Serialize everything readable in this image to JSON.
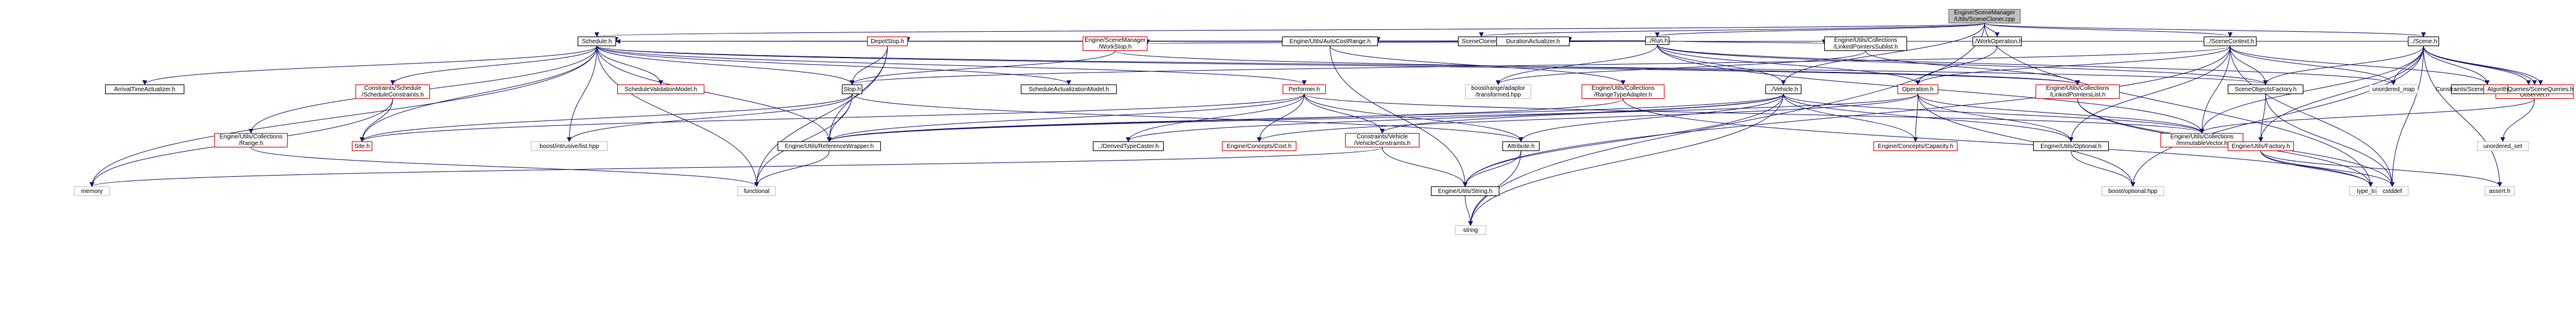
{
  "nodes": [
    {
      "id": "root",
      "label": "Engine/SceneManager\n/Utils/SceneCloner.cpp",
      "kind": "root"
    },
    {
      "id": "scenecloner",
      "label": "SceneCloner.h",
      "kind": "normal"
    },
    {
      "id": "run",
      "label": "../Run.h",
      "kind": "normal"
    },
    {
      "id": "workop",
      "label": "../WorkOperation.h",
      "kind": "normal"
    },
    {
      "id": "scenecontext",
      "label": "../SceneContext.h",
      "kind": "normal"
    },
    {
      "id": "scene",
      "label": "../Scene.h",
      "kind": "normal"
    },
    {
      "id": "schedule",
      "label": "Schedule.h",
      "kind": "normal"
    },
    {
      "id": "depotstop",
      "label": "DepotStop.h",
      "kind": "red"
    },
    {
      "id": "workstop",
      "label": "Engine/SceneManager\n/WorkStop.h",
      "kind": "red"
    },
    {
      "id": "autocostrange",
      "label": "Engine/Utils/AutoCostRange.h",
      "kind": "normal"
    },
    {
      "id": "durationact",
      "label": "DurationActualizer.h",
      "kind": "normal"
    },
    {
      "id": "linkedsublist",
      "label": "Engine/Utils/Collections\n/LinkedPointersSublist.h",
      "kind": "normal"
    },
    {
      "id": "arrivaltime",
      "label": "ArrivalTimeActualizer.h",
      "kind": "normal"
    },
    {
      "id": "constrschedule",
      "label": "Constraints/Schedule\n/ScheduleConstraints.h",
      "kind": "red"
    },
    {
      "id": "schedvalid",
      "label": "ScheduleValidationModel.h",
      "kind": "red"
    },
    {
      "id": "stop",
      "label": "Stop.h",
      "kind": "normal"
    },
    {
      "id": "schedact",
      "label": "ScheduleActualizationModel.h",
      "kind": "normal"
    },
    {
      "id": "performer",
      "label": "Performer.h",
      "kind": "red"
    },
    {
      "id": "boostrange",
      "label": "boost/range/adaptor\n/transformed.hpp",
      "kind": "ext"
    },
    {
      "id": "rangetype",
      "label": "Engine/Utils/Collections\n/RangeTypeAdapter.h",
      "kind": "red"
    },
    {
      "id": "vehicle",
      "label": "../Vehicle.h",
      "kind": "normal"
    },
    {
      "id": "operation",
      "label": "Operation.h",
      "kind": "red"
    },
    {
      "id": "linkedlist",
      "label": "Engine/Utils/Collections\n/LinkedPointersList.h",
      "kind": "red"
    },
    {
      "id": "sceneobjfactory",
      "label": "SceneObjectsFactory.h",
      "kind": "normal"
    },
    {
      "id": "unorderedmap",
      "label": "unordered_map",
      "kind": "ext"
    },
    {
      "id": "constrscene",
      "label": "Constraints/Scene/SceneConstraints.h",
      "kind": "normal"
    },
    {
      "id": "listeners",
      "label": "Listeners/StructuralChanges\nObserver.h",
      "kind": "red"
    },
    {
      "id": "algorithms",
      "label": "Algorithms/RunVehicleBinder.h",
      "kind": "red"
    },
    {
      "id": "queries",
      "label": "Queries/SceneQueries.h",
      "kind": "red"
    },
    {
      "id": "utilsrange",
      "label": "Engine/Utils/Collections\n/Range.h",
      "kind": "red"
    },
    {
      "id": "site",
      "label": "Site.h",
      "kind": "red"
    },
    {
      "id": "boostlist",
      "label": "boost/intrusive/list.hpp",
      "kind": "ext"
    },
    {
      "id": "refwrapper",
      "label": "Engine/Utils/ReferenceWrapper.h",
      "kind": "normal"
    },
    {
      "id": "derivedtype",
      "label": "../DerivedTypeCaster.h",
      "kind": "normal"
    },
    {
      "id": "cost",
      "label": "Engine/Concepts/Cost.h",
      "kind": "red"
    },
    {
      "id": "constrvehicle",
      "label": "Constraints/Vehicle\n/VehicleConstraints.h",
      "kind": "red"
    },
    {
      "id": "attribute",
      "label": "Attribute.h",
      "kind": "normal"
    },
    {
      "id": "capacity",
      "label": "Engine/Concepts/Capacity.h",
      "kind": "red"
    },
    {
      "id": "optional",
      "label": "Engine/Utils/Optional.h",
      "kind": "normal"
    },
    {
      "id": "immutable",
      "label": "Engine/Utils/Collections\n/ImmutableVector.h",
      "kind": "red"
    },
    {
      "id": "factory",
      "label": "Engine/Utils/Factory.h",
      "kind": "red"
    },
    {
      "id": "unorderedset",
      "label": "unordered_set",
      "kind": "ext"
    },
    {
      "id": "memory",
      "label": "memory",
      "kind": "ext"
    },
    {
      "id": "functional",
      "label": "functional",
      "kind": "ext"
    },
    {
      "id": "string_h",
      "label": "Engine/Utils/String.h",
      "kind": "normal"
    },
    {
      "id": "string",
      "label": "string",
      "kind": "ext"
    },
    {
      "id": "boostoptional",
      "label": "boost/optional.hpp",
      "kind": "ext"
    },
    {
      "id": "typetraits",
      "label": "type_traits",
      "kind": "ext"
    },
    {
      "id": "cstddef",
      "label": "cstddef",
      "kind": "ext"
    },
    {
      "id": "assert",
      "label": "assert.h",
      "kind": "ext"
    }
  ],
  "edges": [
    [
      "root",
      "scenecloner"
    ],
    [
      "root",
      "run"
    ],
    [
      "root",
      "workop"
    ],
    [
      "root",
      "scenecontext"
    ],
    [
      "root",
      "scene"
    ],
    [
      "root",
      "schedule"
    ],
    [
      "root",
      "vehicle"
    ],
    [
      "root",
      "typetraits"
    ],
    [
      "root",
      "string"
    ],
    [
      "run",
      "schedule"
    ],
    [
      "run",
      "depotstop"
    ],
    [
      "run",
      "workstop"
    ],
    [
      "run",
      "autocostrange"
    ],
    [
      "run",
      "durationact"
    ],
    [
      "run",
      "linkedsublist"
    ],
    [
      "run",
      "vehicle"
    ],
    [
      "run",
      "operation"
    ],
    [
      "run",
      "boostrange"
    ],
    [
      "run",
      "sceneobjfactory"
    ],
    [
      "run",
      "immutable"
    ],
    [
      "run",
      "unorderedmap"
    ],
    [
      "workop",
      "operation"
    ],
    [
      "scenecontext",
      "operation"
    ],
    [
      "scenecontext",
      "sceneobjfactory"
    ],
    [
      "scenecontext",
      "unorderedmap"
    ],
    [
      "scenecontext",
      "constrscene"
    ],
    [
      "scenecontext",
      "immutable"
    ],
    [
      "scenecontext",
      "optional"
    ],
    [
      "scenecontext",
      "cstddef"
    ],
    [
      "scenecontext",
      "string_h"
    ],
    [
      "scenecontext",
      "stop"
    ],
    [
      "scene",
      "sceneobjfactory"
    ],
    [
      "scene",
      "unorderedmap"
    ],
    [
      "scene",
      "constrscene"
    ],
    [
      "scene",
      "listeners"
    ],
    [
      "scene",
      "algorithms"
    ],
    [
      "scene",
      "queries"
    ],
    [
      "scene",
      "factory"
    ],
    [
      "scene",
      "immutable"
    ],
    [
      "scene",
      "cstddef"
    ],
    [
      "scene",
      "assert"
    ],
    [
      "scene",
      "boostoptional"
    ],
    [
      "scene",
      "schedule"
    ],
    [
      "schedule",
      "arrivaltime"
    ],
    [
      "schedule",
      "constrschedule"
    ],
    [
      "schedule",
      "schedvalid"
    ],
    [
      "schedule",
      "stop"
    ],
    [
      "schedule",
      "schedact"
    ],
    [
      "schedule",
      "performer"
    ],
    [
      "schedule",
      "linkedlist"
    ],
    [
      "schedule",
      "utilsrange"
    ],
    [
      "schedule",
      "site"
    ],
    [
      "schedule",
      "boostlist"
    ],
    [
      "schedule",
      "memory"
    ],
    [
      "schedule",
      "functional"
    ],
    [
      "schedule",
      "sceneobjfactory"
    ],
    [
      "schedule",
      "refwrapper"
    ],
    [
      "depotstop",
      "stop"
    ],
    [
      "depotstop",
      "refwrapper"
    ],
    [
      "depotstop",
      "functional"
    ],
    [
      "workstop",
      "stop"
    ],
    [
      "workstop",
      "linkedlist"
    ],
    [
      "autocostrange",
      "string_h"
    ],
    [
      "autocostrange",
      "rangetype"
    ],
    [
      "linkedsublist",
      "linkedlist"
    ],
    [
      "linkedsublist",
      "boostrange"
    ],
    [
      "stop",
      "site"
    ],
    [
      "stop",
      "boostlist"
    ],
    [
      "stop",
      "refwrapper"
    ],
    [
      "stop",
      "functional"
    ],
    [
      "stop",
      "attribute"
    ],
    [
      "constrschedule",
      "memory"
    ],
    [
      "constrschedule",
      "site"
    ],
    [
      "utilsrange",
      "functional"
    ],
    [
      "performer",
      "site"
    ],
    [
      "performer",
      "derivedtype"
    ],
    [
      "performer",
      "cost"
    ],
    [
      "performer",
      "constrvehicle"
    ],
    [
      "performer",
      "attribute"
    ],
    [
      "performer",
      "immutable"
    ],
    [
      "performer",
      "refwrapper"
    ],
    [
      "rangetype",
      "typetraits"
    ],
    [
      "rangetype",
      "refwrapper"
    ],
    [
      "vehicle",
      "derivedtype"
    ],
    [
      "vehicle",
      "constrvehicle"
    ],
    [
      "vehicle",
      "attribute"
    ],
    [
      "vehicle",
      "capacity"
    ],
    [
      "vehicle",
      "optional"
    ],
    [
      "vehicle",
      "immutable"
    ],
    [
      "vehicle",
      "string_h"
    ],
    [
      "vehicle",
      "string"
    ],
    [
      "vehicle",
      "refwrapper"
    ],
    [
      "operation",
      "cost"
    ],
    [
      "operation",
      "capacity"
    ],
    [
      "operation",
      "optional"
    ],
    [
      "operation",
      "immutable"
    ],
    [
      "operation",
      "refwrapper"
    ],
    [
      "operation",
      "boostoptional"
    ],
    [
      "linkedlist",
      "cstddef"
    ],
    [
      "linkedlist",
      "typetraits"
    ],
    [
      "sceneobjfactory",
      "factory"
    ],
    [
      "sceneobjfactory",
      "cstddef"
    ],
    [
      "listeners",
      "unorderedset"
    ],
    [
      "listeners",
      "immutable"
    ],
    [
      "factory",
      "cstddef"
    ],
    [
      "factory",
      "assert"
    ],
    [
      "factory",
      "typetraits"
    ],
    [
      "refwrapper",
      "functional"
    ],
    [
      "constrvehicle",
      "memory"
    ],
    [
      "constrvehicle",
      "string_h"
    ],
    [
      "attribute",
      "string_h"
    ],
    [
      "attribute",
      "string"
    ],
    [
      "optional",
      "boostoptional"
    ],
    [
      "string_h",
      "string"
    ]
  ]
}
